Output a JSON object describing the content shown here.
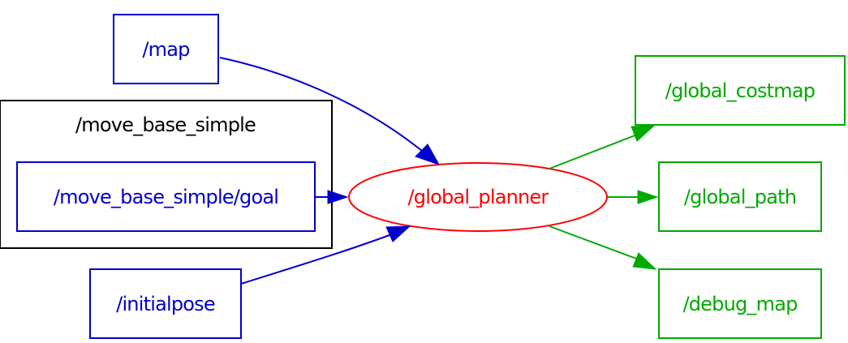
{
  "colors": {
    "input": "#0000cc",
    "node": "#ff0000",
    "output": "#00aa00",
    "group": "#000000"
  },
  "group": {
    "label": "/move_base_simple"
  },
  "inputs": [
    {
      "label": "/map"
    },
    {
      "label": "/move_base_simple/goal"
    },
    {
      "label": "/initialpose"
    }
  ],
  "node": {
    "label": "/global_planner"
  },
  "outputs": [
    {
      "label": "/global_costmap"
    },
    {
      "label": "/global_path"
    },
    {
      "label": "/debug_map"
    }
  ]
}
